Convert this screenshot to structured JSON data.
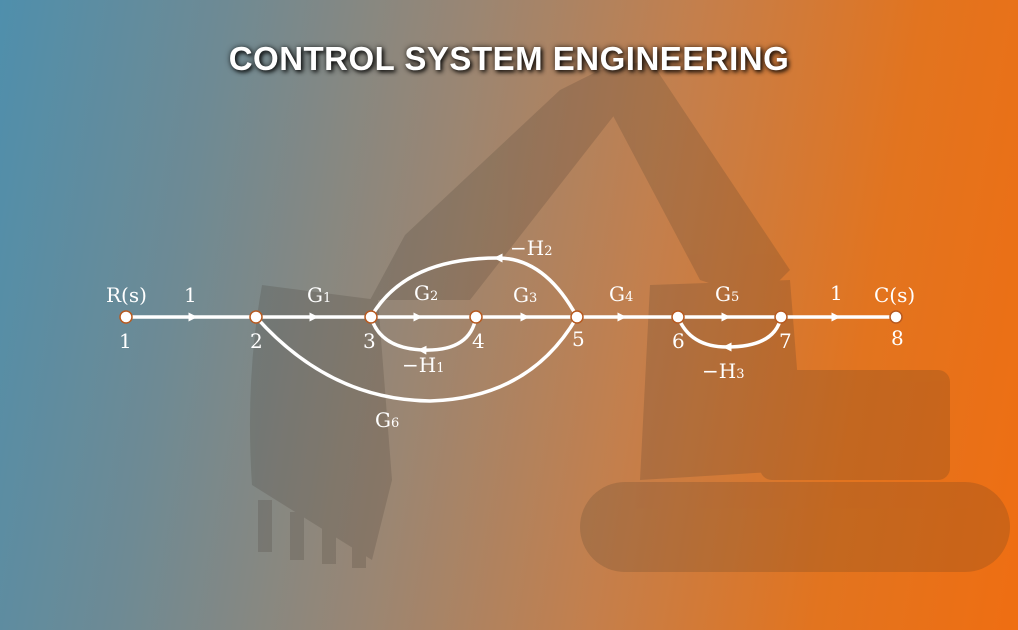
{
  "title": "CONTROL SYSTEM ENGINEERING",
  "colors": {
    "gradient_left": "#4f8fac",
    "gradient_right": "#ef6e12",
    "lines": "#ffffff"
  },
  "diagram": {
    "input_label": "R(s)",
    "output_label": "C(s)",
    "nodes": [
      "1",
      "2",
      "3",
      "4",
      "5",
      "6",
      "7",
      "8"
    ],
    "branches": [
      {
        "id": "b12",
        "from": "1",
        "to": "2",
        "gain": "1"
      },
      {
        "id": "b23",
        "from": "2",
        "to": "3",
        "gain": "G",
        "sub": "1"
      },
      {
        "id": "b34",
        "from": "3",
        "to": "4",
        "gain": "G",
        "sub": "2"
      },
      {
        "id": "b45",
        "from": "4",
        "to": "5",
        "gain": "G",
        "sub": "3"
      },
      {
        "id": "b56",
        "from": "5",
        "to": "6",
        "gain": "G",
        "sub": "4"
      },
      {
        "id": "b67",
        "from": "6",
        "to": "7",
        "gain": "G",
        "sub": "5"
      },
      {
        "id": "b78",
        "from": "7",
        "to": "8",
        "gain": "1"
      },
      {
        "id": "b43",
        "from": "4",
        "to": "3",
        "gain": "−H",
        "sub": "1"
      },
      {
        "id": "b53",
        "from": "5",
        "to": "3",
        "gain": "−H",
        "sub": "2"
      },
      {
        "id": "b76",
        "from": "7",
        "to": "6",
        "gain": "−H",
        "sub": "3"
      },
      {
        "id": "b25",
        "from": "2",
        "to": "5",
        "gain": "G",
        "sub": "6"
      }
    ]
  }
}
